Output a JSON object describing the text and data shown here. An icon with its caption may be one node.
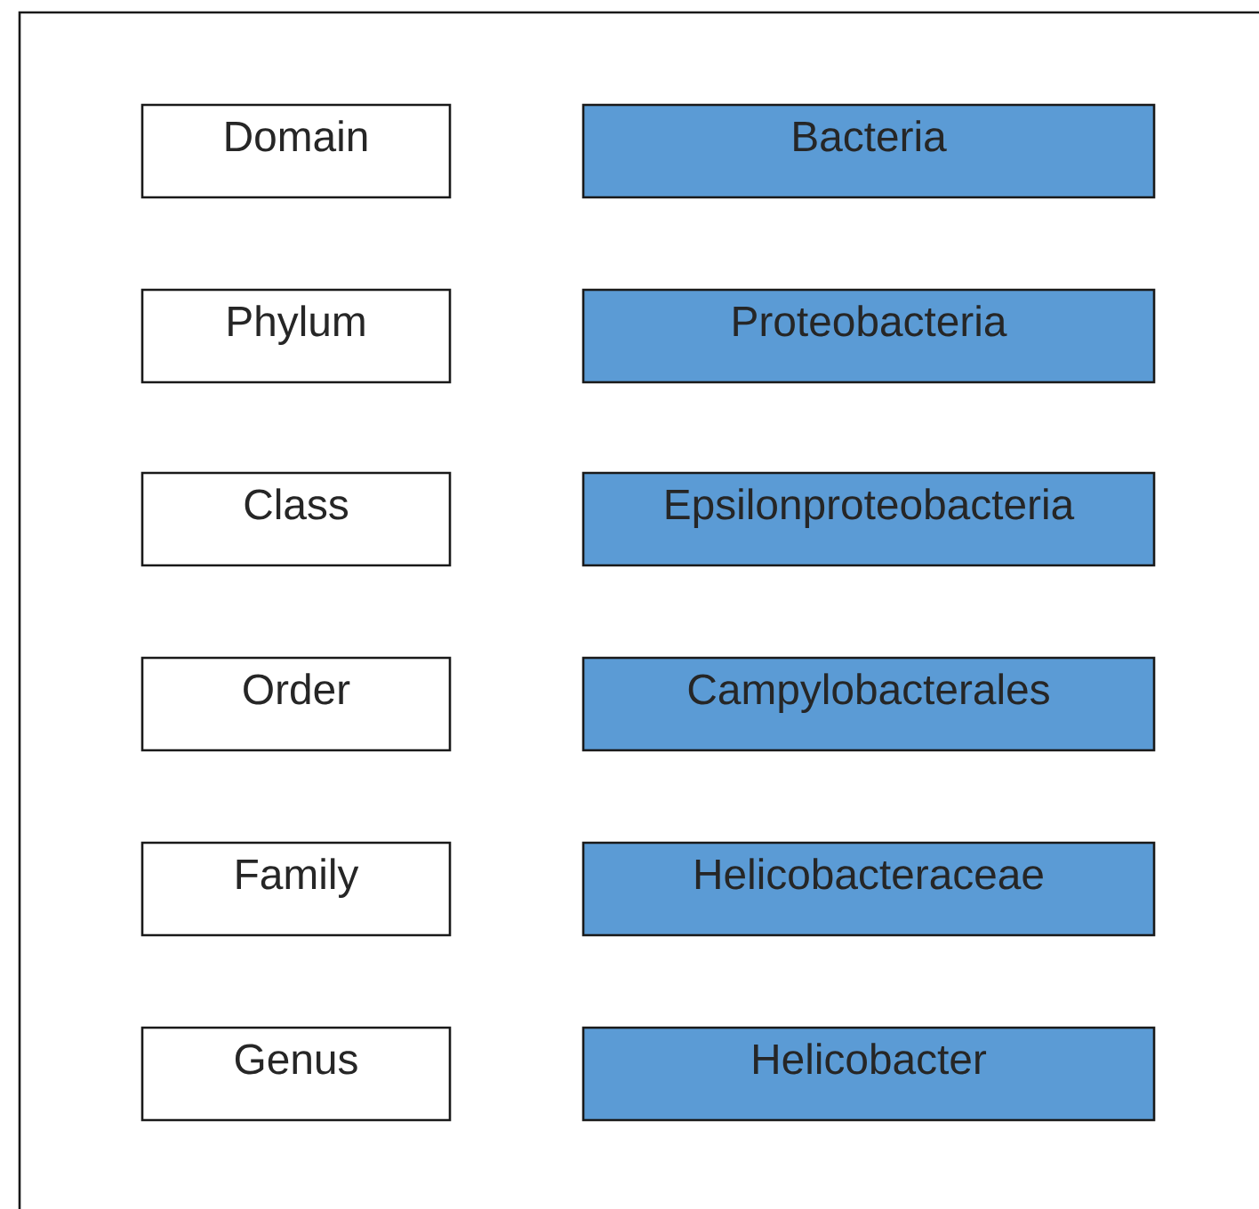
{
  "diagram": {
    "nodes": [
      {
        "text": [
          "Domain"
        ]
      },
      {
        "text": [
          "Bacteria"
        ]
      },
      {
        "text": [
          "Phylum"
        ]
      },
      {
        "text": [
          "Proteobacteria"
        ]
      },
      {
        "text": [
          "Class"
        ]
      },
      {
        "text": [
          "Epsilonproteobacteria"
        ]
      },
      {
        "text": [
          "Order"
        ]
      },
      {
        "text": [
          "Campylobacterales"
        ]
      },
      {
        "text": [
          "Family"
        ]
      },
      {
        "text": [
          "Helicobacteraceae"
        ]
      },
      {
        "text": [
          "Genus"
        ]
      },
      {
        "text": [
          "Helicobacter"
        ]
      }
    ]
  }
}
